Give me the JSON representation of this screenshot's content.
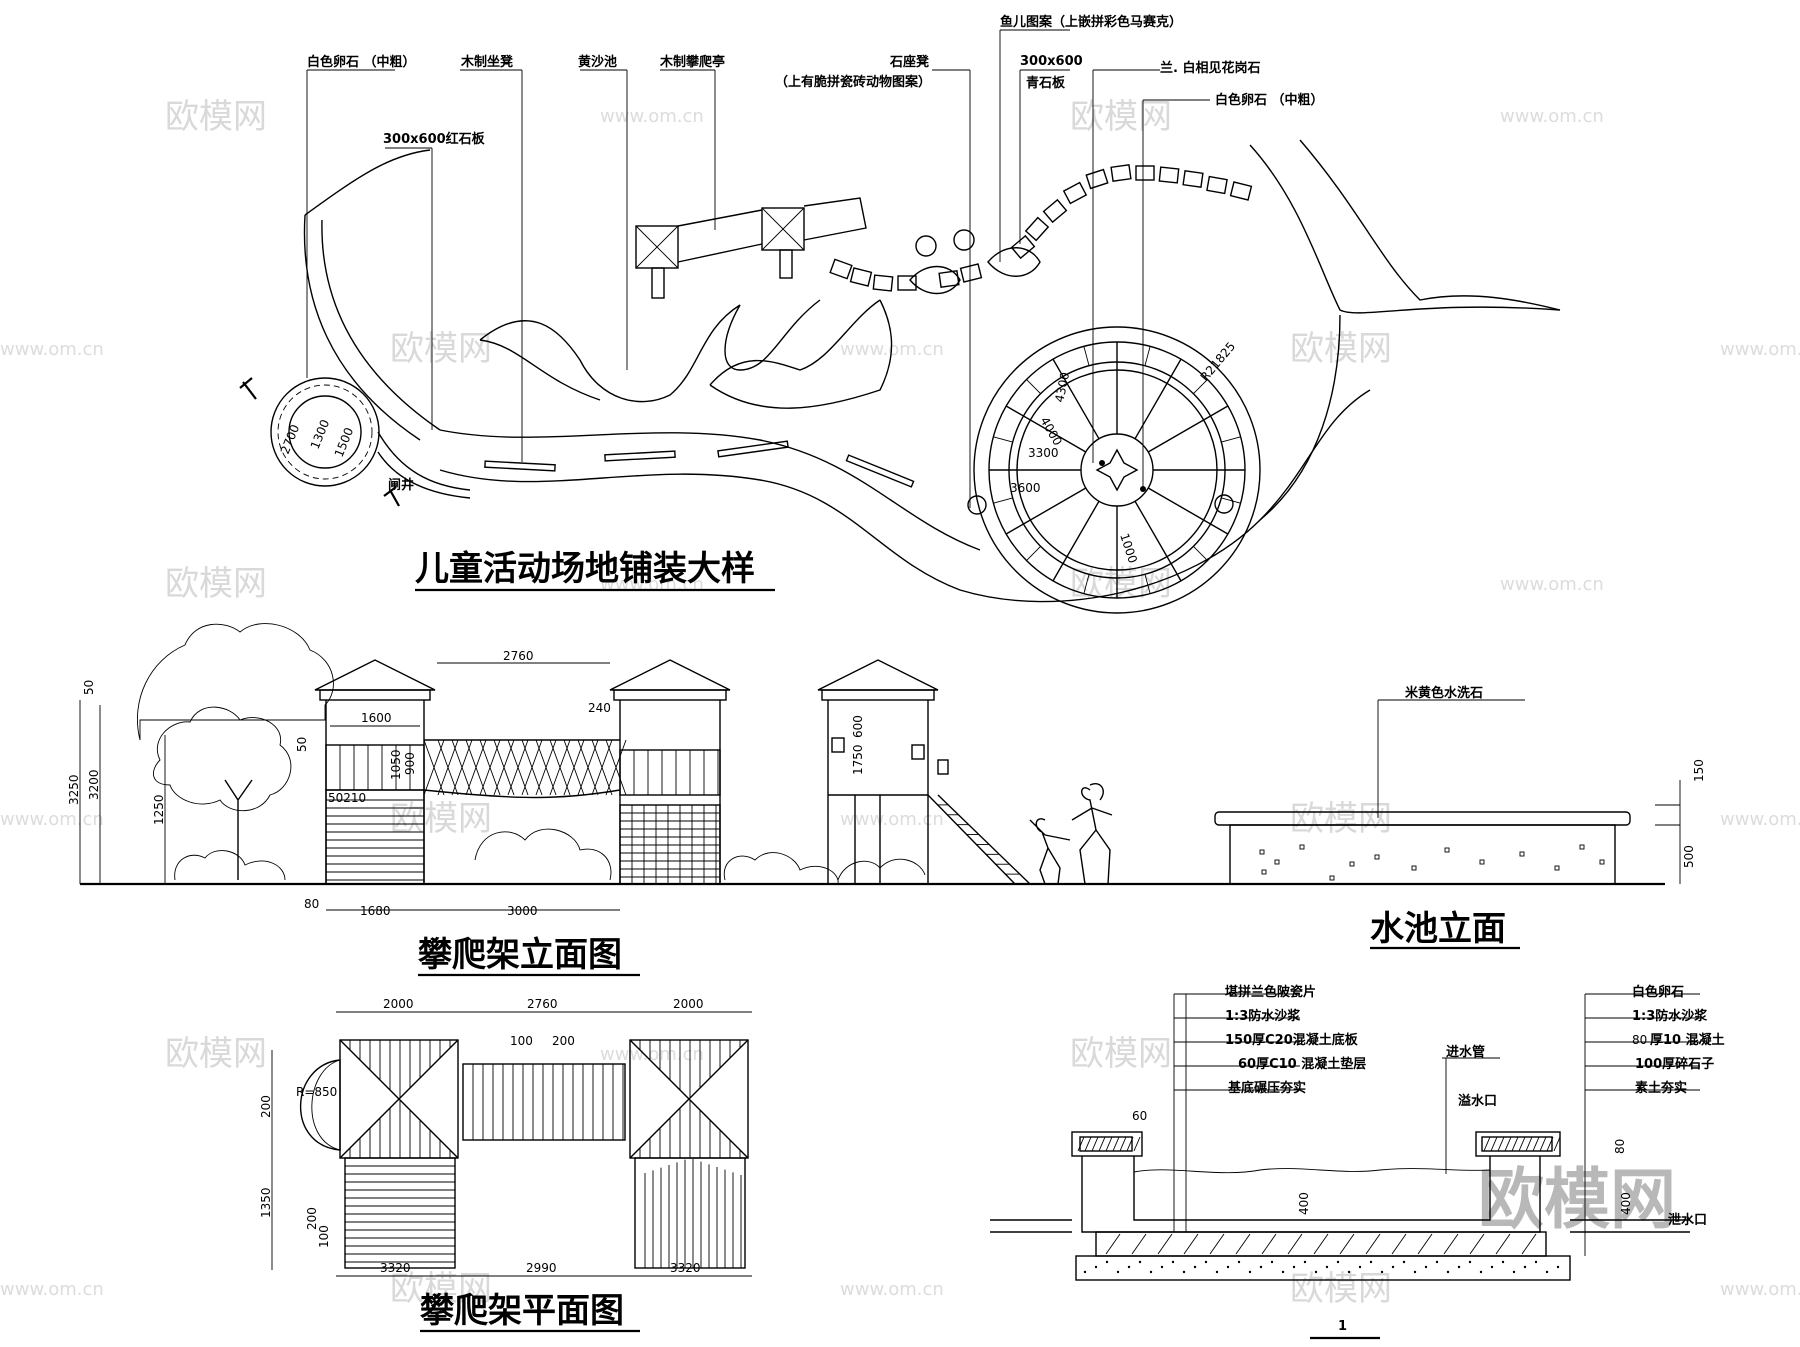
{
  "titles": {
    "plan": "儿童活动场地铺装大样",
    "climb_elev": "攀爬架立面图",
    "pool_elev": "水池立面",
    "climb_plan": "攀爬架平面图"
  },
  "labels": {
    "white_pebble": "白色卵石  （中粗）",
    "wood_bench": "木制坐凳",
    "sandpit": "黄沙池",
    "wood_climb": "木制攀爬亭",
    "red_slab": "300x600红石板",
    "stone_seat": "石座凳",
    "stone_seat_note": "（上有脆拼瓷砖动物图案）",
    "fish_pattern": "鱼儿图案（上嵌拼彩色马赛克）",
    "blue_size": "300x600",
    "blue_slab": "青石板",
    "granite": "兰. 白相见花岗石",
    "white_pebble_2": "白色卵石  （中粗）",
    "manhole": "闸井",
    "yellow_stone": "米黄色水洗石",
    "sec_l1": "堪拼兰色陂瓷片",
    "sec_l2": "1:3防水沙浆",
    "sec_l3": "150厚C20混凝土底板",
    "sec_l4": "60厚C10 混凝土垫层",
    "sec_l5": "基底碾压夯实",
    "inlet": "进水管",
    "overflow": "溢水口",
    "outlet": "泄水口",
    "sec_r1": "白色卵石",
    "sec_r2": "1:3防水沙浆",
    "sec_r3": "厚10  混凝土",
    "sec_r4": "100厚碎石子",
    "sec_r5": "素土夯实",
    "sec_r3_num": "80",
    "section_mark": "1"
  },
  "dims": {
    "r_circle": "R21825",
    "d2700": "2700",
    "d1300": "1300",
    "d1500": "1500",
    "d4300": "4300",
    "d4000": "4000",
    "d3300": "3300",
    "d3600": "3600",
    "d1000": "1000",
    "e2760": "2760",
    "e1600": "1600",
    "e240": "240",
    "e3250": "3250",
    "e3200": "3200",
    "e1250": "1250",
    "e50": "50",
    "e50b": "50",
    "e210": "50210",
    "e1050": "1050",
    "e900": "900",
    "e1750": "1750",
    "e600": "600",
    "e80": "80",
    "e1680": "1680",
    "e3000": "3000",
    "e150": "150",
    "e500": "500",
    "p2000a": "2000",
    "p2760": "2760",
    "p2000b": "2000",
    "p100": "100",
    "p200t": "200",
    "pR850": "R=850",
    "p200": "200",
    "p1350": "1350",
    "p200b": "200",
    "p100b": "100",
    "p3320a": "3320",
    "p2990": "2990",
    "p3320b": "3320",
    "s60": "60",
    "s400": "400",
    "s80": "80",
    "s400b": "400"
  },
  "watermark": {
    "brand": "欧模网",
    "url": "www.om.cn",
    "big": "欧模网"
  }
}
